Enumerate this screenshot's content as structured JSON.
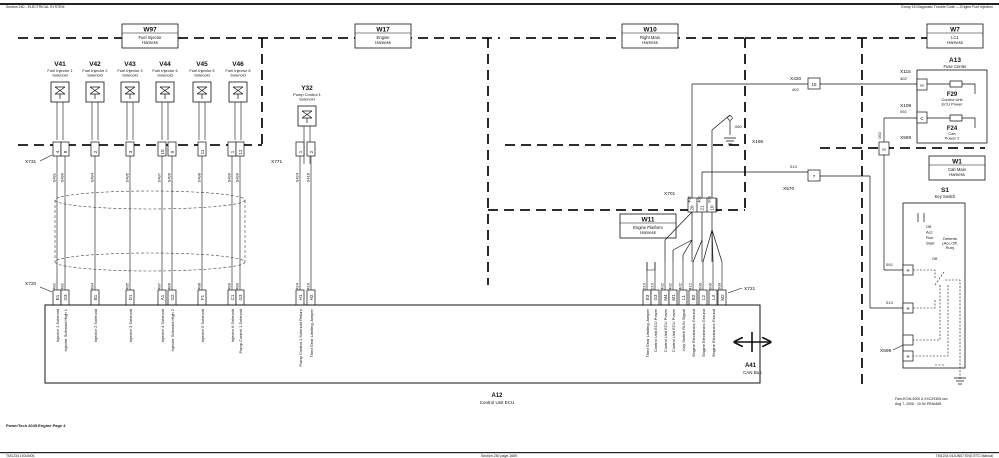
{
  "page": {
    "header_left": "Section 240 - ELECTRICAL SYSTEM",
    "header_right": "Group 15 Diagnostic Trouble Code — Engine Fuel Injection",
    "footer_left_title": "PowerTech 4045 Engine Page 4",
    "footer_left_code": "TM1234 19JUN06",
    "footer_center": "Section 240 page 1669",
    "footer_right": "TM1234 04JUN07 ENG ETC Manual",
    "file_note_1": "Fam-ECW-3000 A XXC29305.xxd",
    "file_note_2": "Aug 7, 2006  ·  10:54 PR46468"
  },
  "harnesses": [
    {
      "id": "W97",
      "name": "Fuel Injector\nHarness"
    },
    {
      "id": "W17",
      "name": "Engine\nHarness"
    },
    {
      "id": "W10",
      "name": "Right Main\nHarness"
    },
    {
      "id": "W7",
      "name": "LC1\nHarness"
    },
    {
      "id": "W11",
      "name": "Engine Platform\nHarness"
    },
    {
      "id": "W1",
      "name": "Cab Main\nHarness"
    }
  ],
  "solenoids": [
    {
      "id": "V41",
      "name": "Fuel Injector 1\nSolenoid"
    },
    {
      "id": "V42",
      "name": "Fuel Injector 2\nSolenoid"
    },
    {
      "id": "V43",
      "name": "Fuel Injector 3\nSolenoid"
    },
    {
      "id": "V44",
      "name": "Fuel Injector 4\nSolenoid"
    },
    {
      "id": "V45",
      "name": "Fuel Injector 5\nSolenoid"
    },
    {
      "id": "V46",
      "name": "Fuel Injector 6\nSolenoid"
    },
    {
      "id": "Y32",
      "name": "Pump Control 1\nSolenoid"
    }
  ],
  "connectors": {
    "x731": "X731",
    "x771": "X771",
    "x720": "X720",
    "x721": "X721",
    "x701": "X701",
    "x195": "X195",
    "x570": "X570",
    "x420": "X420",
    "x115": "X115",
    "x109": "X109",
    "x569": "X569",
    "x599": "X599"
  },
  "x731_pins": [
    "4",
    "8",
    "2",
    "3",
    "10",
    "9",
    "11",
    "1",
    "12"
  ],
  "x731_wires": [
    "S491",
    "S490",
    "S494",
    "S495",
    "S497",
    "S496",
    "S498",
    "S499",
    "S499"
  ],
  "x771_pins": [
    "1",
    "2"
  ],
  "x771_wires": [
    "S424",
    "S418"
  ],
  "x720_pins": [
    "E1",
    "G3",
    "B1",
    "D1",
    "A1",
    "G2",
    "F1",
    "C1",
    "G3",
    "H1",
    "H2"
  ],
  "x720_wires": [
    "S491",
    "S491",
    "S494",
    "S495",
    "S497",
    "S496",
    "S498",
    "S499",
    "S490",
    "S424",
    "S418"
  ],
  "x721_pins": [
    "E3",
    "G3",
    "M4",
    "M1",
    "L1",
    "B2",
    "L2",
    "L3",
    "M2"
  ],
  "x721_wires": [
    "210",
    "210",
    "402",
    "402",
    "402",
    "412",
    "900",
    "900",
    "900"
  ],
  "x701_pins": [
    "20",
    "21",
    "10"
  ],
  "x701_wires": [
    "402",
    "402",
    "900"
  ],
  "ecu_functions": [
    "Injector 1 Solenoid",
    "Injector Solenoid High 1",
    "Injector 2 Solenoid",
    "Injector 3 Solenoid",
    "Injector 4 Solenoid",
    "Injector Solenoid High 2",
    "Injector 5 Solenoid",
    "Injector 6 Solenoid",
    "Pump Control 1 Solenoid",
    "Pump Control 1 Solenoid Return",
    "Third Gear Limiting Jumper",
    "Third Gear Limiting Jumper",
    "Control Unit ECU Power",
    "Control Unit ECU Power",
    "Control Unit ECU Power",
    "Key Switch RUN Signal",
    "Engine Electronics Ground",
    "Engine Electronics Ground",
    "Engine Electronics Ground"
  ],
  "ecu": {
    "id": "A12",
    "name": "Control Unit ECU"
  },
  "can": {
    "id": "A41",
    "name": "CAN Bus"
  },
  "fuse_center": {
    "id": "A13",
    "name": "Fuse Center",
    "fuses": [
      {
        "id": "F29",
        "name": "Control Unit\nECU Power"
      },
      {
        "id": "F24",
        "name": "Cab\nPower 2"
      }
    ]
  },
  "key_switch": {
    "id": "S1",
    "name": "Key Switch",
    "positions": [
      "Off",
      "Acc",
      "Run",
      "Start"
    ],
    "detents": "Detents\n(Acc,Off,\nRun)",
    "off_label": "Off"
  },
  "wire_labels": {
    "w402_a": "402",
    "w402_b": "402",
    "w092_a": "092",
    "w092_b": "092",
    "w092_c": "092",
    "w013_a": "013",
    "w013_b": "013",
    "w060": "060",
    "x420_pin": "15",
    "x115_pin": "H",
    "x109_pin": "C",
    "x569_pin": "H",
    "x570_pin": "7"
  }
}
